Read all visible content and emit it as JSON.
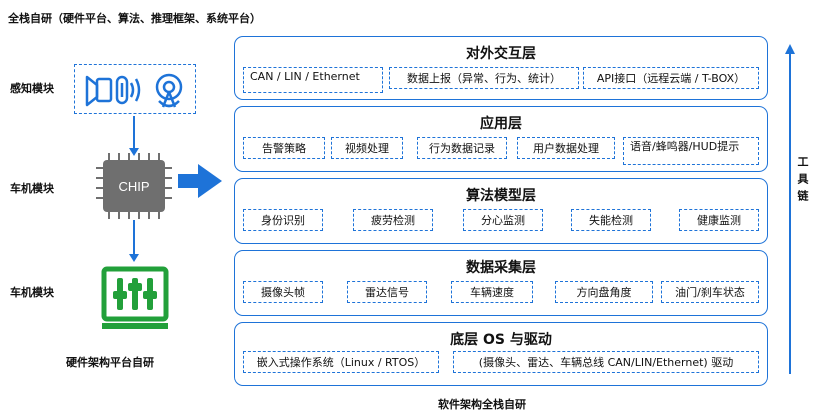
{
  "header": {
    "title": "全栈自研（硬件平台、算法、推理框架、系统平台）"
  },
  "left": {
    "perception_label": "感知模块",
    "vehicle_label_1": "车机模块",
    "vehicle_label_2": "车机模块",
    "chip_text": "CHIP",
    "hardware_caption": "硬件架构平台自研"
  },
  "layers": {
    "external": {
      "title": "对外交互层",
      "items": [
        "CAN / LIN / Ethernet",
        "数据上报（异常、行为、统计）",
        "API接口（远程云端 / T-BOX）"
      ]
    },
    "application": {
      "title": "应用层",
      "items": [
        "告警策略",
        "视频处理",
        "行为数据记录",
        "用户数据处理",
        "语音/蜂鸣器/HUD提示"
      ]
    },
    "algorithm": {
      "title": "算法模型层",
      "items": [
        "身份识别",
        "疲劳检测",
        "分心监测",
        "失能检测",
        "健康监测"
      ]
    },
    "acquisition": {
      "title": "数据采集层",
      "items": [
        "摄像头帧",
        "雷达信号",
        "车辆速度",
        "方向盘角度",
        "油门/刹车状态"
      ]
    },
    "os": {
      "title": "底层 OS 与驱动",
      "items": [
        "嵌入式操作系统（Linux / RTOS）",
        "(摄像头、雷达、车辆总线 CAN/LIN/Ethernet) 驱动"
      ]
    }
  },
  "toolchain": "工具链",
  "software_caption": "软件架构全栈自研",
  "colors": {
    "accent": "#1e73d8",
    "chip": "#6f6f6f",
    "hw_green": "#22a03a"
  }
}
